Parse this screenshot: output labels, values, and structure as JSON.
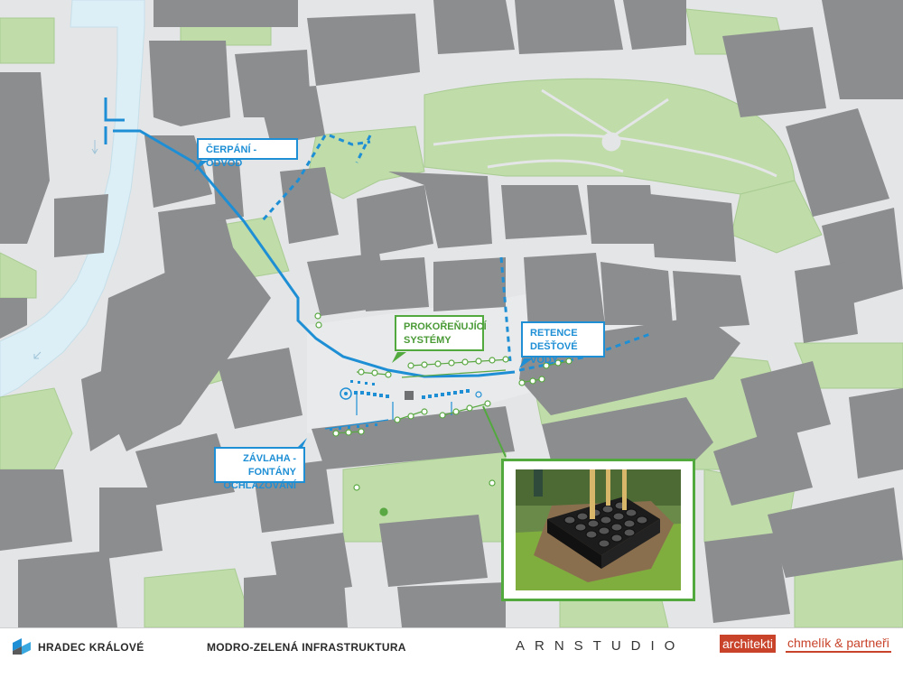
{
  "callouts": {
    "cerpani": "ČERPÁNÍ - ODVOD",
    "prokor_line1": "PROKOŘEŇUJÍCÍ",
    "prokor_line2": "SYSTÉMY",
    "retence_line1": "RETENCE",
    "retence_line2": "DEŠŤOVÉ VODY",
    "zavlaha_line1": "ZÁVLAHA - FONTÁNY",
    "zavlaha_line2": "OCHLAZOVÁNÍ"
  },
  "footer": {
    "city": "HRADEC KRÁLOVÉ",
    "title": "MODRO-ZELENÁ INFRASTRUKTURA",
    "studio": "ARNSTUDIO",
    "logo_part1": "architekti",
    "logo_part2": "chmelík & partneři"
  },
  "colors": {
    "river": "#dceef6",
    "street": "#e4e5e6",
    "building": "#8c8d8f",
    "greenery": "#bfdca9",
    "water_line": "#1e8fd5",
    "green_line": "#5aa843"
  },
  "photo": {
    "subject": "modular root-cell system installed around a tree"
  }
}
